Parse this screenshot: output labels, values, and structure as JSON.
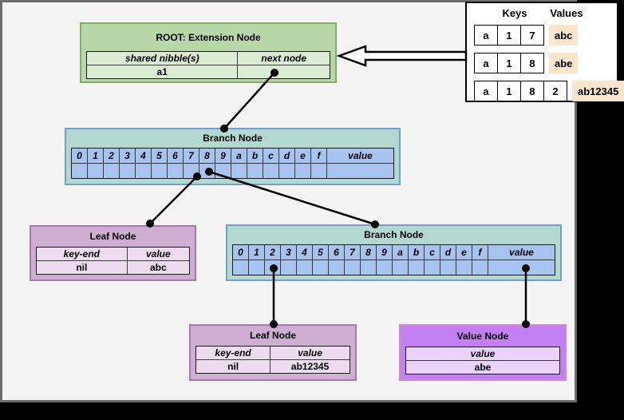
{
  "panel": {
    "keys_header": "Keys",
    "values_header": "Values",
    "rows": [
      {
        "keys": [
          "a",
          "1",
          "7"
        ],
        "value": "abc"
      },
      {
        "keys": [
          "a",
          "1",
          "8"
        ],
        "value": "abe"
      },
      {
        "keys": [
          "a",
          "1",
          "8",
          "2"
        ],
        "value": "ab12345"
      }
    ]
  },
  "root_node": {
    "title": "ROOT: Extension Node",
    "headers": {
      "col1": "shared nibble(s)",
      "col2": "next node"
    },
    "values": {
      "col1": "a1",
      "col2": ""
    }
  },
  "branch_columns": [
    "0",
    "1",
    "2",
    "3",
    "4",
    "5",
    "6",
    "7",
    "8",
    "9",
    "a",
    "b",
    "c",
    "d",
    "e",
    "f",
    "value"
  ],
  "branch1": {
    "title": "Branch Node"
  },
  "branch2": {
    "title": "Branch Node"
  },
  "leaf1": {
    "title": "Leaf Node",
    "headers": {
      "col1": "key-end",
      "col2": "value"
    },
    "values": {
      "col1": "nil",
      "col2": "abc"
    }
  },
  "leaf2": {
    "title": "Leaf Node",
    "headers": {
      "col1": "key-end",
      "col2": "value"
    },
    "values": {
      "col1": "nil",
      "col2": "ab12345"
    }
  },
  "value_node": {
    "title": "Value Node",
    "header": "value",
    "value": "abe"
  },
  "colors": {
    "extension_fill": "#b7d7a9",
    "extension_border": "#84ad63",
    "extension_cell": "#dcebd3",
    "branch_fill": "#b3d8cf",
    "branch_border": "#6f9fd8",
    "branch_cell": "#a8c3ee",
    "leaf_fill": "#ceafd2",
    "leaf_border": "#aa77ae",
    "leaf_cell": "#eddcef",
    "value_fill": "#c480f2",
    "value_border": "#cd8bc8",
    "value_cell": "#ead3fb",
    "legend_value_bg": "#fbe5cd",
    "canvas_bg": "#f4f4f4",
    "outer_bg": "#000000"
  }
}
